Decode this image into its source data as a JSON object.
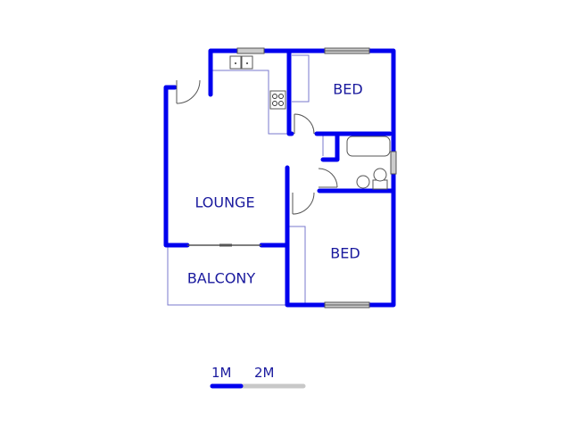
{
  "floorplan": {
    "rooms": [
      {
        "id": "lounge",
        "label": "LOUNGE"
      },
      {
        "id": "bed1",
        "label": "BED"
      },
      {
        "id": "bed2",
        "label": "BED"
      },
      {
        "id": "balcony",
        "label": "BALCONY"
      }
    ],
    "colors": {
      "wall": "#0000ee",
      "thin_line": "#7a7acc",
      "fixture": "#555555",
      "label": "#1a1a9e",
      "scale_bar_active": "#0000ee",
      "scale_bar_inactive": "#c8c8c8"
    }
  },
  "scale": {
    "label_1": "1M",
    "label_2": "2M"
  }
}
